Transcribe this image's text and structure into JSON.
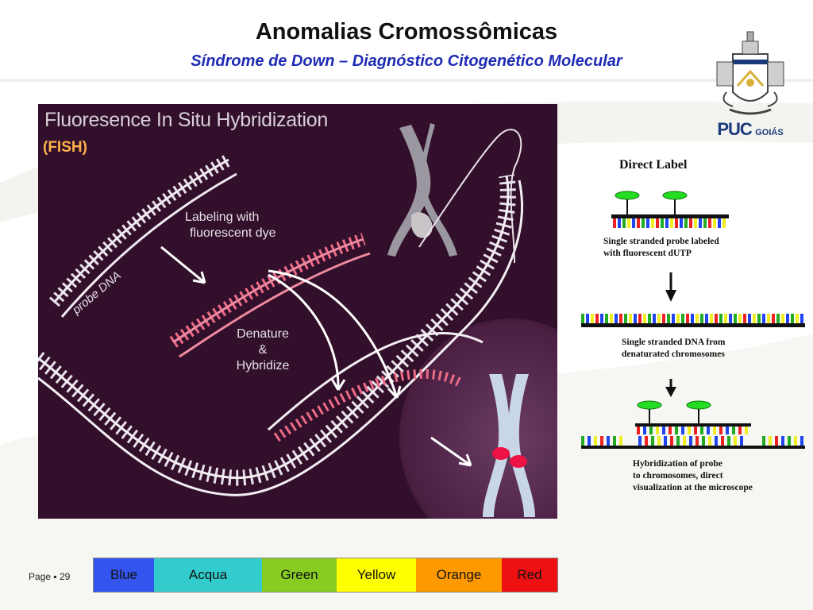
{
  "header": {
    "title": "Anomalias Cromossômicas",
    "subtitle": "Síndrome de Down – Diagnóstico Citogenético Molecular"
  },
  "logo": {
    "name": "PUC",
    "suffix": "GOIÁS"
  },
  "fish_figure": {
    "title": "Fluoresence In Situ Hybridization",
    "abbreviation": "(FISH)",
    "labels": {
      "probe": "probe DNA",
      "labeling": [
        "Labeling with",
        "fluorescent dye"
      ],
      "denature": [
        "Denature",
        "&",
        "Hybridize"
      ]
    }
  },
  "direct_label": {
    "title": "Direct Label",
    "captions": [
      [
        "Single stranded probe labeled",
        "with fluorescent dUTP"
      ],
      [
        "Single stranded DNA from",
        "denaturated chromosomes"
      ],
      [
        "Hybridization of probe",
        "to chromosomes, direct",
        "visualization at the microscope"
      ]
    ]
  },
  "footer": {
    "page": "Page ▪ 29"
  },
  "color_legend": [
    {
      "label": "Blue",
      "color": "#3355ee"
    },
    {
      "label": "Acqua",
      "color": "#33cccc"
    },
    {
      "label": "Green",
      "color": "#88cc22"
    },
    {
      "label": "Yellow",
      "color": "#ffff00"
    },
    {
      "label": "Orange",
      "color": "#ff9900"
    },
    {
      "label": "Red",
      "color": "#ee1111"
    }
  ]
}
